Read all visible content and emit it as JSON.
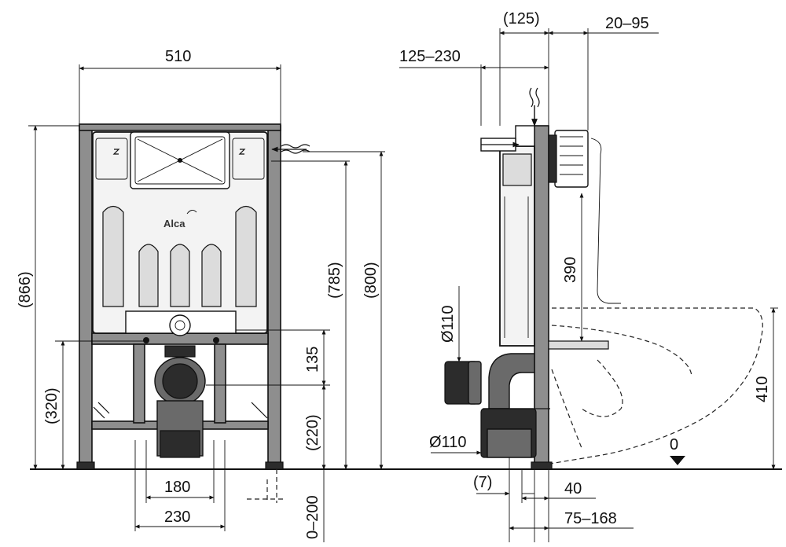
{
  "brand": "Alca",
  "front_view": {
    "width_top": "510",
    "height_total": "(866)",
    "height_inlet": "(785)",
    "height_flush": "(800)",
    "dim_135": "135",
    "dim_220": "(220)",
    "dim_320": "(320)",
    "dim_180": "180",
    "dim_230": "230",
    "dim_0_200": "0–200"
  },
  "side_view": {
    "dim_125": "(125)",
    "dim_20_95": "20–95",
    "dim_125_230": "125–230",
    "dim_390": "390",
    "dim_410": "410",
    "dia_upper": "Ø110",
    "dia_lower": "Ø110",
    "dim_7": "(7)",
    "dim_40": "40",
    "dim_75_168": "75–168",
    "floor_level": "0"
  },
  "colors": {
    "frame": "#8e8e8e",
    "line": "#111111",
    "pipe": "#6a6a6a"
  }
}
